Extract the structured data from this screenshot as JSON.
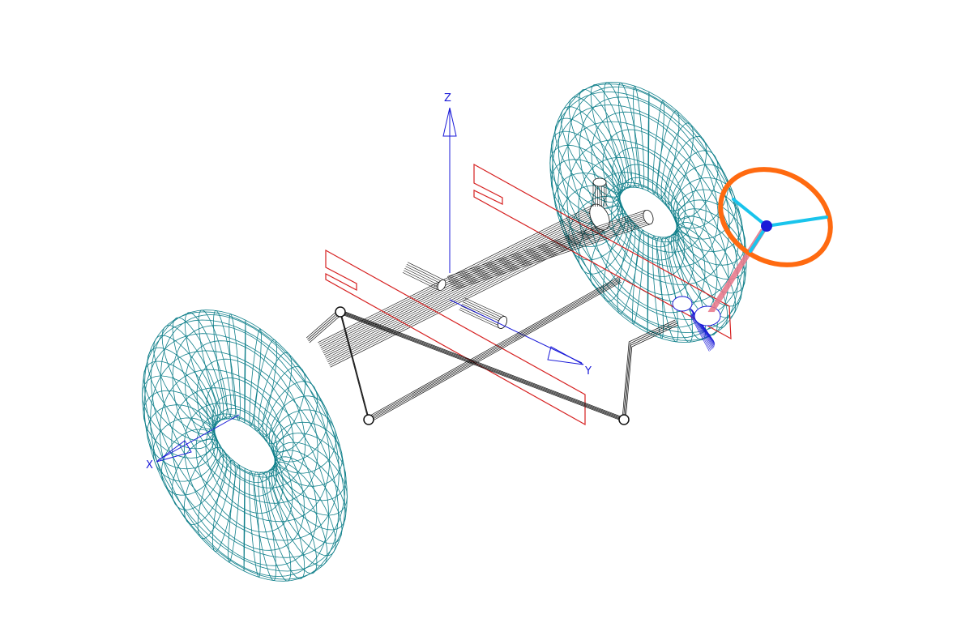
{
  "colors": {
    "background": "#ffffff",
    "tire_wire": "#0f7f8a",
    "axis": "#1a1ad8",
    "frame_rail": "#d62020",
    "steering_wheel_rim": "#ff6a10",
    "steering_wheel_spokes": "#19c4ec",
    "steering_column": "#e8788a",
    "linkage": "#111111"
  },
  "axes": {
    "z_label": "Z",
    "y_label": "Y",
    "x_label": "X"
  },
  "parts": {
    "tires": 2,
    "frame_rails": 2,
    "steering_wheel_spokes": 3,
    "wire_rings": 18,
    "wire_meridians": 40
  }
}
